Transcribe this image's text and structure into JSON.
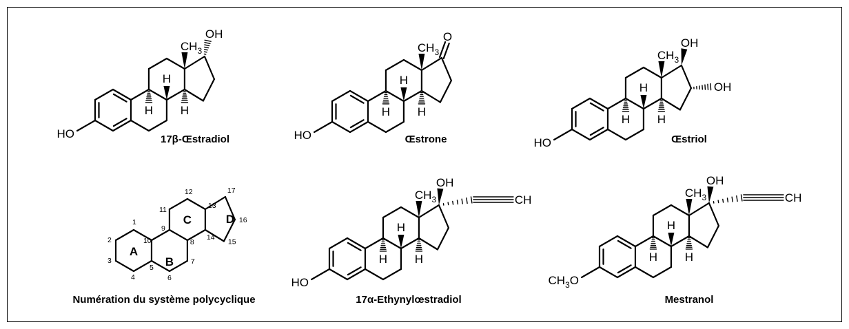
{
  "molecules": [
    {
      "caption": "17β-Œstradiol",
      "labels": {
        "ho": "HO",
        "methyl": "CH",
        "methyl_sub": "3",
        "c17": "OH",
        "h8": "H",
        "h9": "H",
        "h14": "H"
      }
    },
    {
      "caption": "Œstrone",
      "labels": {
        "ho": "HO",
        "methyl": "CH",
        "methyl_sub": "3",
        "c17": "O",
        "h8": "H",
        "h9": "H",
        "h14": "H"
      }
    },
    {
      "caption": "Œstriol",
      "labels": {
        "ho": "HO",
        "methyl": "CH",
        "methyl_sub": "3",
        "c17": "OH",
        "c16": "OH",
        "h8": "H",
        "h9": "H",
        "h14": "H"
      }
    },
    {
      "caption": "Numération du système polycyclique",
      "rings": [
        "A",
        "B",
        "C",
        "D"
      ],
      "numbers": [
        "1",
        "2",
        "3",
        "4",
        "5",
        "6",
        "7",
        "8",
        "9",
        "10",
        "11",
        "12",
        "13",
        "14",
        "15",
        "16",
        "17"
      ]
    },
    {
      "caption": "17α-Ethynylœstradiol",
      "labels": {
        "ho": "HO",
        "methyl": "CH",
        "methyl_sub": "3",
        "c17": "OH",
        "ethynyl": "CH",
        "h8": "H",
        "h9": "H",
        "h14": "H"
      }
    },
    {
      "caption": "Mestranol",
      "labels": {
        "ho": "CH",
        "ho_sub": "3",
        "ho_tail": "O",
        "methyl": "CH",
        "methyl_sub": "3",
        "c17": "OH",
        "ethynyl": "CH",
        "h8": "H",
        "h9": "H",
        "h14": "H"
      }
    }
  ]
}
